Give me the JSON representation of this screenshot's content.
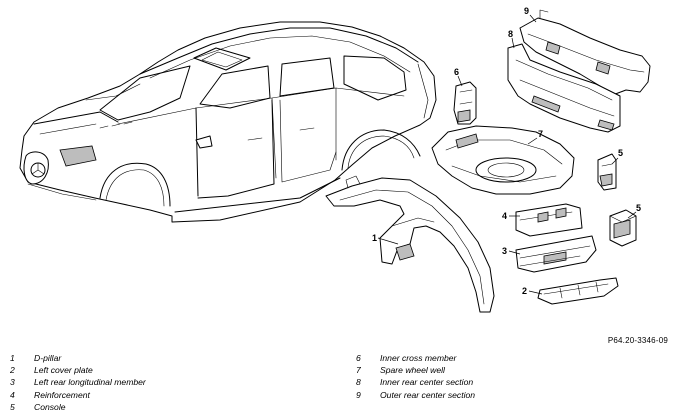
{
  "figure_ref": "P64.20-3346-09",
  "callouts": [
    "1",
    "2",
    "3",
    "4",
    "5",
    "5",
    "6",
    "7",
    "8",
    "9"
  ],
  "legend": {
    "left": [
      {
        "num": "1",
        "label": "D-pillar"
      },
      {
        "num": "2",
        "label": "Left cover plate"
      },
      {
        "num": "3",
        "label": "Left rear longitudinal member"
      },
      {
        "num": "4",
        "label": "Reinforcement"
      },
      {
        "num": "5",
        "label": "Console"
      }
    ],
    "right": [
      {
        "num": "6",
        "label": "Inner cross member"
      },
      {
        "num": "7",
        "label": "Spare wheel well"
      },
      {
        "num": "8",
        "label": "Inner rear center section"
      },
      {
        "num": "9",
        "label": "Outer rear center section"
      }
    ]
  }
}
